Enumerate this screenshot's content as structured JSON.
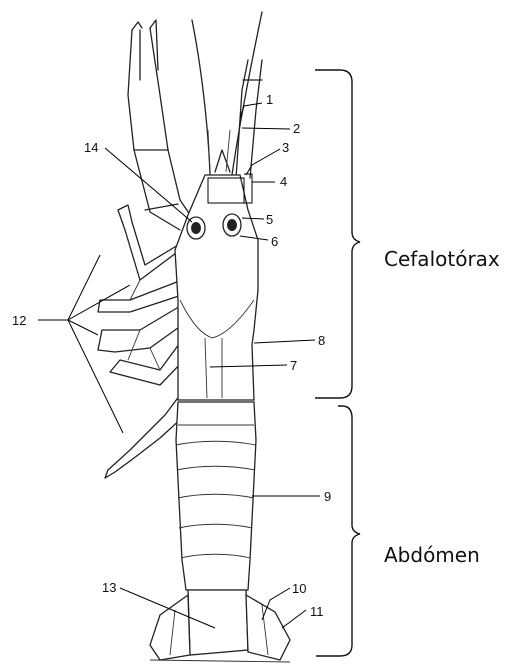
{
  "sections": {
    "cephalothorax": "Cefalotórax",
    "abdomen": "Abdómen"
  },
  "labels": {
    "n1": "1",
    "n2": "2",
    "n3": "3",
    "n4": "4",
    "n5": "5",
    "n6": "6",
    "n7": "7",
    "n8": "8",
    "n9": "9",
    "n10": "10",
    "n11": "11",
    "n12": "12",
    "n13": "13",
    "n14": "14"
  }
}
